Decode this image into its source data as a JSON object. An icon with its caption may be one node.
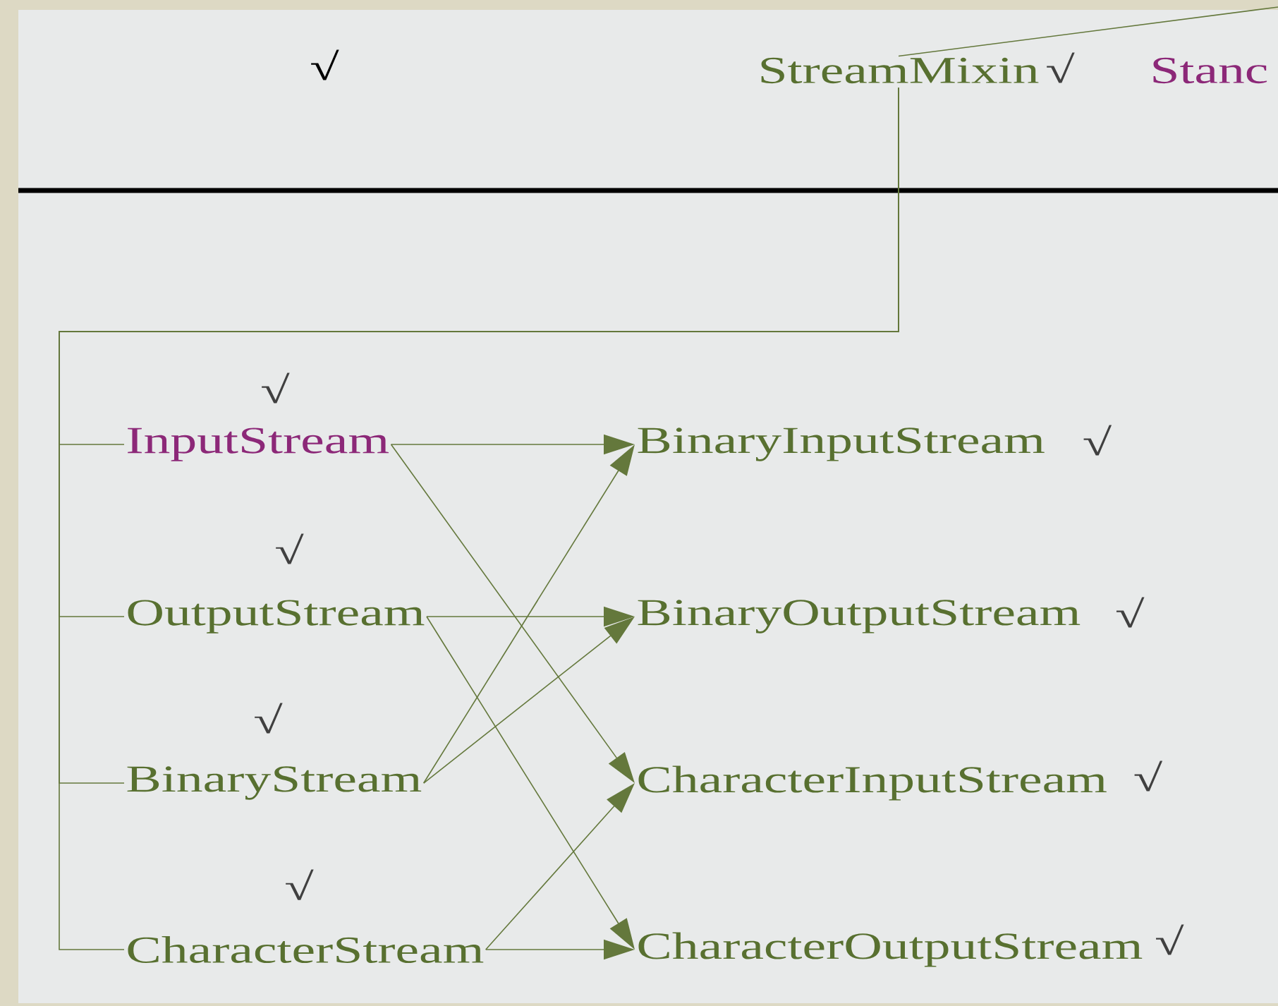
{
  "diagram": {
    "nodes": [
      {
        "text": [
          "StreamMixin"
        ],
        "beside": [
          "√"
        ]
      },
      {
        "text": [
          "InputStream"
        ],
        "beside": [
          "√"
        ]
      },
      {
        "text": [
          "OutputStream"
        ],
        "beside": [
          "√"
        ]
      },
      {
        "text": [
          "BinaryStream"
        ],
        "beside": [
          "√"
        ]
      },
      {
        "text": [
          "CharacterStream"
        ],
        "beside": [
          "√"
        ]
      },
      {
        "text": [
          "BinaryInputStream"
        ],
        "beside": [
          "√"
        ]
      },
      {
        "text": [
          "BinaryOutputStream"
        ],
        "beside": [
          "√"
        ]
      },
      {
        "text": [
          "CharacterInputStream"
        ],
        "beside": [
          "√"
        ]
      },
      {
        "text": [
          "CharacterOutputStream"
        ],
        "beside": [
          "√"
        ]
      }
    ],
    "edges": [
      {
        "from": 0,
        "to": null,
        "arrow": "none"
      },
      {
        "from": 0,
        "to": 1,
        "arrow": "none"
      },
      {
        "from": 0,
        "to": 2,
        "arrow": "none"
      },
      {
        "from": 0,
        "to": 3,
        "arrow": "none"
      },
      {
        "from": 0,
        "to": 4,
        "arrow": "none"
      },
      {
        "from": 1,
        "to": 5,
        "arrow": "to"
      },
      {
        "from": 1,
        "to": 7,
        "arrow": "to"
      },
      {
        "from": 2,
        "to": 6,
        "arrow": "to"
      },
      {
        "from": 2,
        "to": 8,
        "arrow": "to"
      },
      {
        "from": 3,
        "to": 5,
        "arrow": "to"
      },
      {
        "from": 3,
        "to": 6,
        "arrow": "to"
      },
      {
        "from": 4,
        "to": 7,
        "arrow": "to"
      },
      {
        "from": 4,
        "to": 8,
        "arrow": "to"
      }
    ],
    "labels": [
      "√",
      "Stanc"
    ]
  }
}
